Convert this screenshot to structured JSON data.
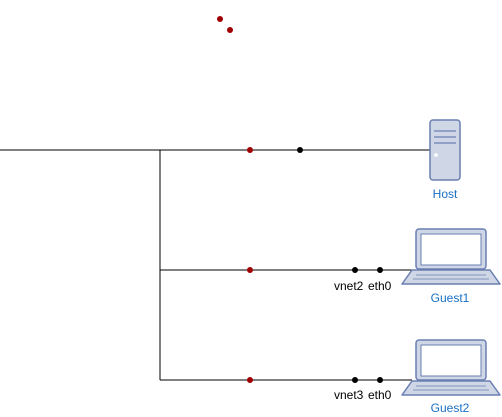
{
  "nodes": {
    "host": {
      "label": "Host",
      "icon": "server-tower-icon"
    },
    "guest1": {
      "label": "Guest1",
      "icon": "laptop-icon",
      "interfaces": [
        "vnet2",
        "eth0"
      ]
    },
    "guest2": {
      "label": "Guest2",
      "icon": "laptop-icon",
      "interfaces": [
        "vnet3",
        "eth0"
      ]
    }
  },
  "colors": {
    "line": "#000000",
    "red_dot": "#a00000",
    "black_dot": "#000000",
    "label_blue": "#1a6fc4",
    "device_fill": "#cfd6e6",
    "device_stroke": "#6a7fb2",
    "screen_fill": "#ffffff"
  }
}
